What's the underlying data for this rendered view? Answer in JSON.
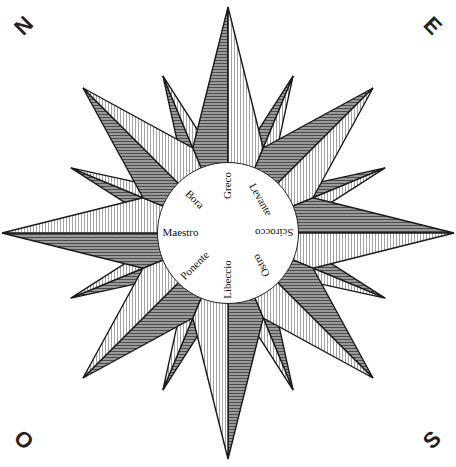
{
  "diagram": {
    "nodes": [
      {
        "text": [
          "Greco",
          "Levante",
          "Scirocco",
          "Ostro",
          "Libeccio",
          "Ponente",
          "Maestro",
          "Bora"
        ]
      }
    ],
    "labels": [
      "N",
      "E",
      "S",
      "O"
    ]
  }
}
